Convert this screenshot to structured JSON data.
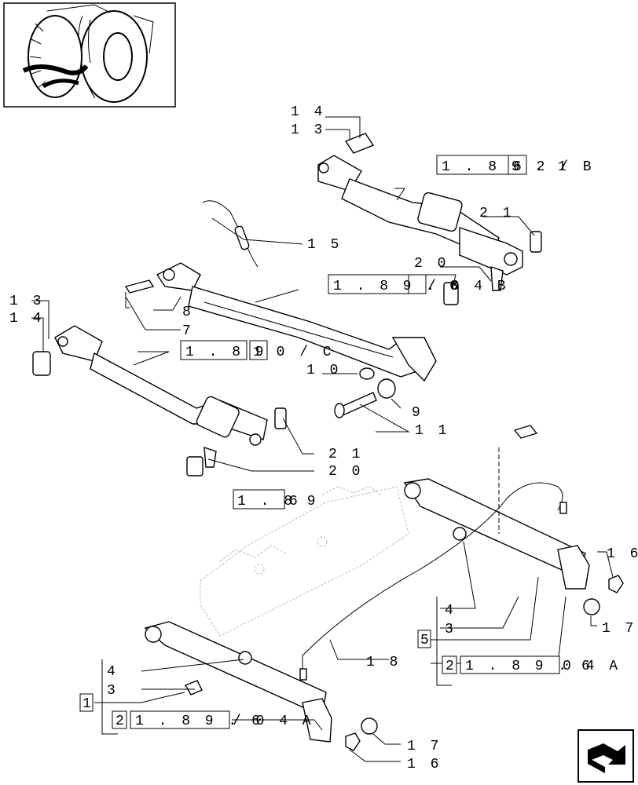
{
  "labels": {
    "l14a": "1 4",
    "l13a": "1 3",
    "l15": "1 5",
    "l21a": "2 1",
    "l20a": "2 0",
    "l13b": "1 3",
    "l14b": "1 4",
    "l8": "8",
    "l7": "7",
    "l10": "1 0",
    "l9": "9",
    "l11": "1 1",
    "l21b": "2 1",
    "l20b": "2 0",
    "l16a": "1 6",
    "l17a": "1 7",
    "l4a": "4",
    "l3a": "3",
    "l5": "5",
    "l18": "1 8",
    "l4b": "4",
    "l3b": "3",
    "l1": "1",
    "l17b": "1 7",
    "l16b": "1 6"
  },
  "refs": {
    "r1_box": "1 . 8 9 . 1",
    "r1_tail": "6 2 / B",
    "r2_box": "1 . 8 9 . 6",
    "r2_tail": "/ 0 4 B",
    "r3_box": "1 . 8 9",
    "r3_tail": "1 0 / C",
    "r4_box": "1 . 8 9",
    "r4_tail": "6",
    "r5_pre": "2",
    "r5_box": "1 . 8 9 . 6",
    "r5_tail": "0 4 A",
    "r6_pre": "2",
    "r6_box": "1 . 8 9 . 6",
    "r6_tail": "/ 0 4 A"
  },
  "icons": {
    "thumbnail": "tractor-thumbnail-icon",
    "nav": "next-page-arrow-icon"
  }
}
